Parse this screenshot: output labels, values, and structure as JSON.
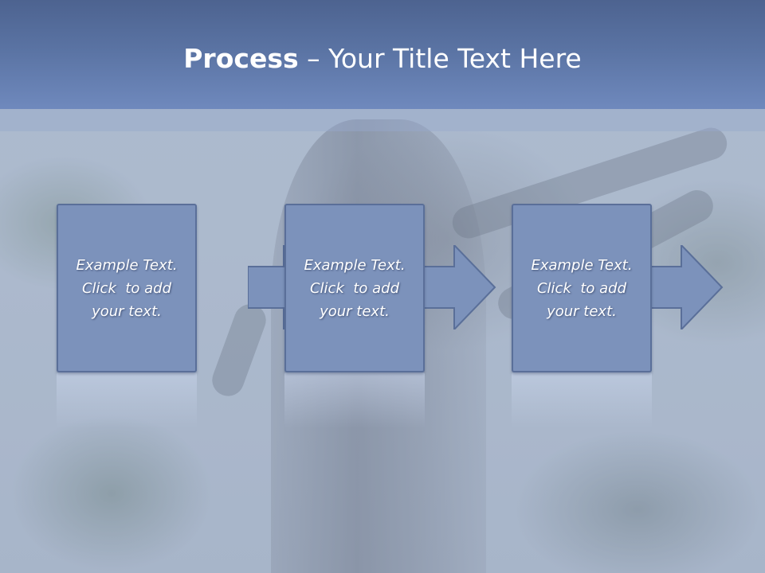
{
  "slide": {
    "title_bold": "Process",
    "title_rest": " – Your Title Text Here"
  },
  "steps": [
    {
      "line1": "Example Text.",
      "line2": "Click  to add",
      "line3": "your text."
    },
    {
      "line1": "Example Text.",
      "line2": "Click  to add",
      "line3": "your text."
    },
    {
      "line1": "Example Text.",
      "line2": "Click  to add",
      "line3": "your text."
    }
  ],
  "colors": {
    "header": "#5a73a3",
    "box_fill": "#7c92bb",
    "box_border": "#5a6f99",
    "text": "#ffffff"
  },
  "icons": [
    "right-arrow-icon"
  ]
}
